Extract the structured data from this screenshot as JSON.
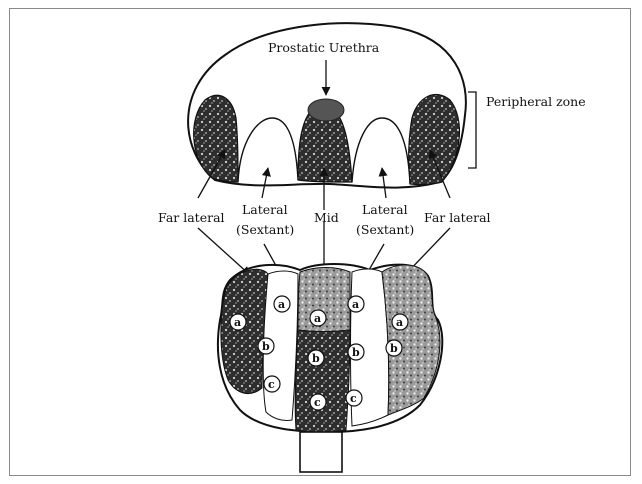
{
  "labels": {
    "urethra": "Prostatic Urethra",
    "peripheral": "Peripheral zone",
    "far_lateral_left": "Far lateral",
    "lateral_left_1": "Lateral",
    "lateral_left_2": "(Sextant)",
    "mid": "Mid",
    "lateral_right_1": "Lateral",
    "lateral_right_2": "(Sextant)",
    "far_lateral_right": "Far lateral"
  },
  "biopsy_points": {
    "a": "a",
    "b": "b",
    "c": "c"
  }
}
